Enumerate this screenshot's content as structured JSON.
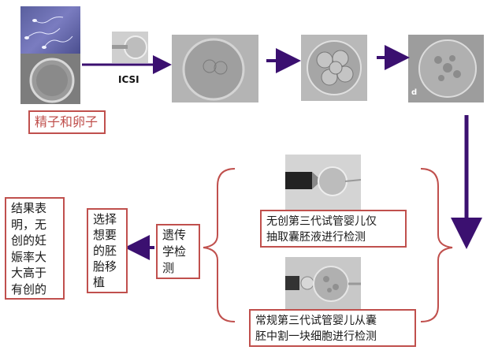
{
  "diagram": {
    "stage_label_sperm_egg": "精子和卵子",
    "icsi_label": "ICSI",
    "photo_letter_d": "d",
    "method_blastocyst_fluid": "无创第三代试管婴儿仅\n抽取囊胚液进行检测",
    "method_cell_biopsy": "常规第三代试管婴儿从囊\n胚中割一块细胞进行检测",
    "genetic_testing": "遗传\n学检\n测",
    "select_embryo": "选择\n想要\n的胚\n胎移\n植",
    "result": "结果表\n明，无\n创的妊\n娠率大\n大高于\n有创的"
  },
  "colors": {
    "arrow": "#3b1070",
    "box_border": "#c0504d",
    "brace": "#c0504d"
  }
}
